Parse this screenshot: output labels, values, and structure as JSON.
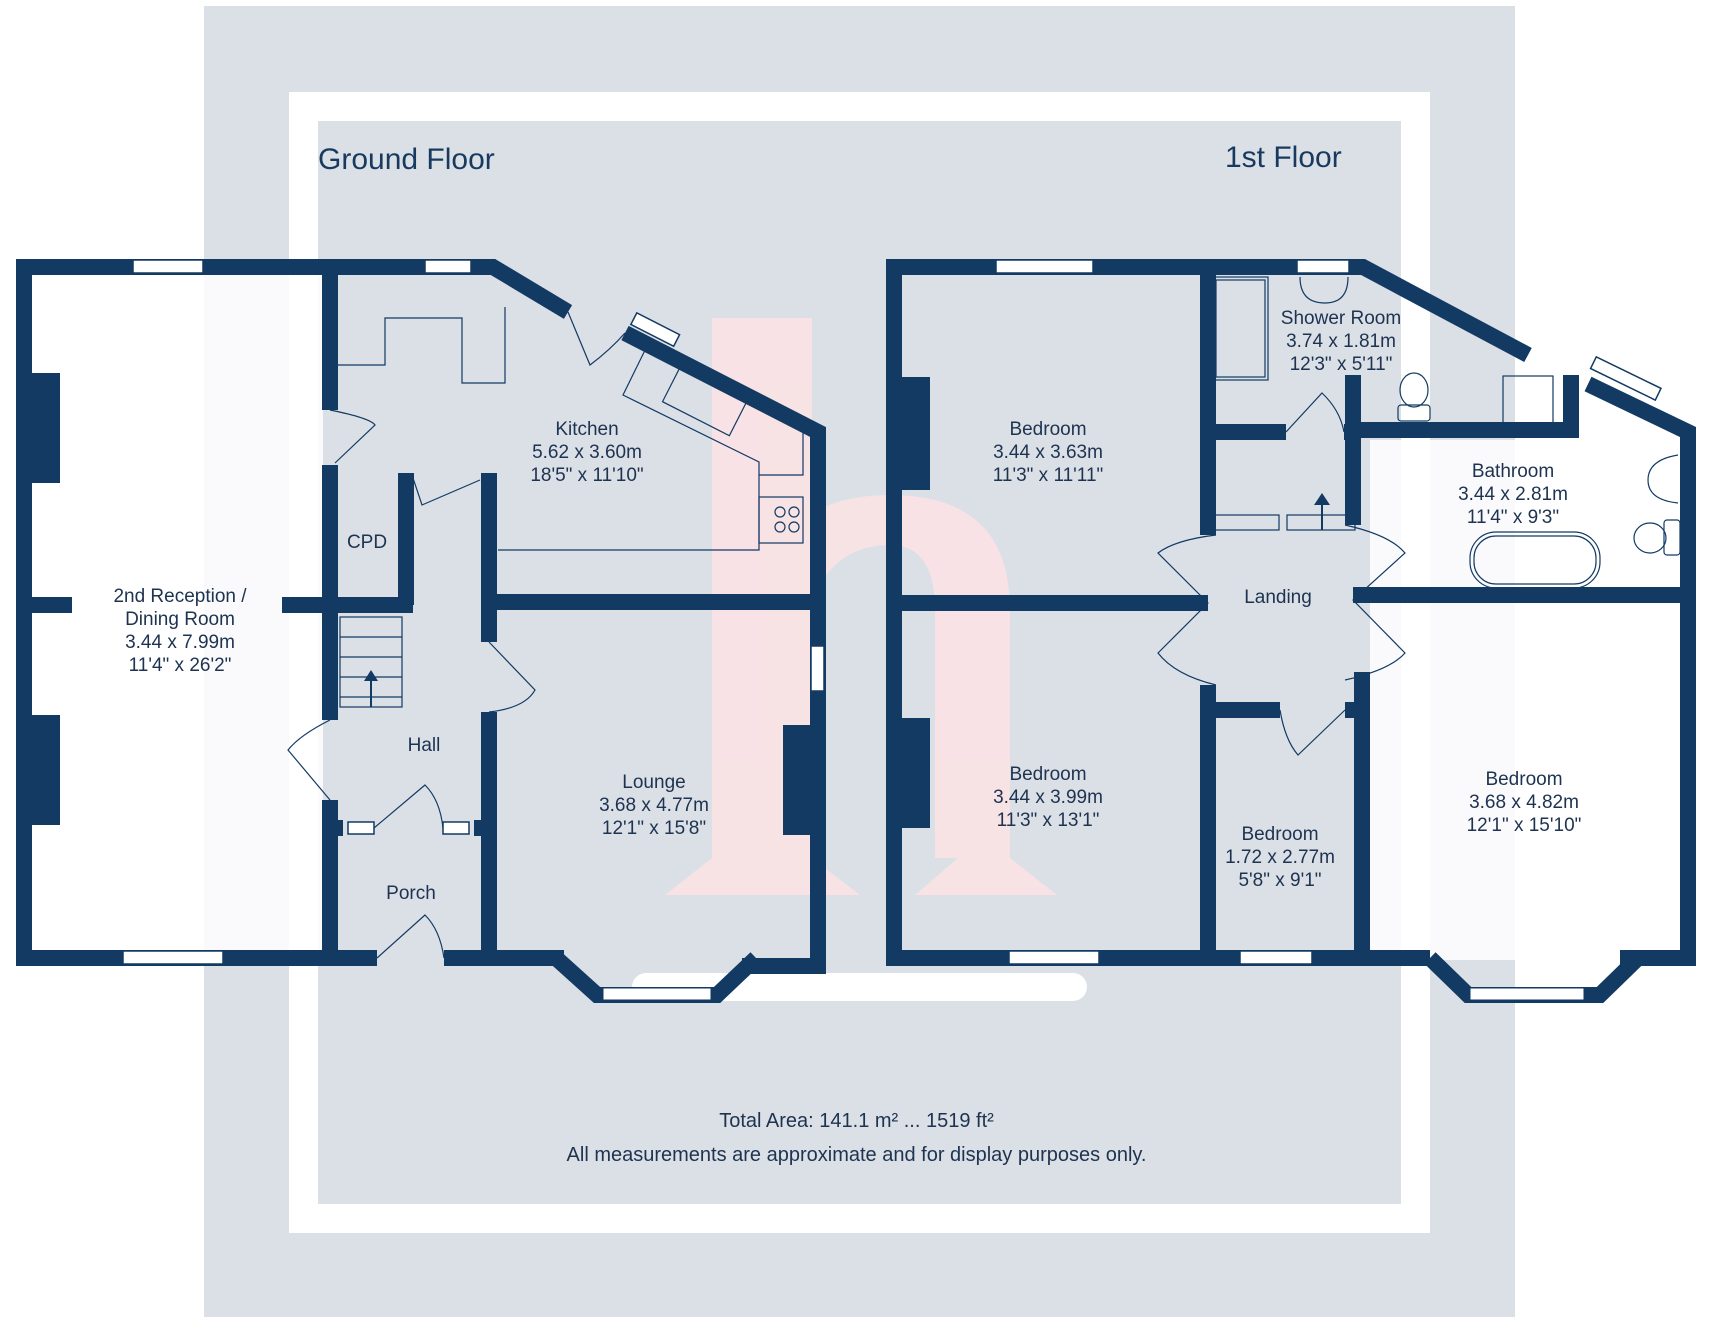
{
  "floors": [
    {
      "title": "Ground Floor",
      "rooms": [
        {
          "name": "Kitchen",
          "metric": "5.62 x 3.60m",
          "imperial": "18'5\" x 11'10\""
        },
        {
          "name": "CPD"
        },
        {
          "name": "2nd Reception / Dining Room",
          "line1": "2nd Reception /",
          "line2": "Dining Room",
          "metric": "3.44 x 7.99m",
          "imperial": "11'4\" x 26'2\""
        },
        {
          "name": "Hall"
        },
        {
          "name": "Lounge",
          "metric": "3.68 x 4.77m",
          "imperial": "12'1\" x 15'8\""
        },
        {
          "name": "Porch"
        }
      ]
    },
    {
      "title": "1st Floor",
      "rooms": [
        {
          "name": "Bedroom",
          "metric": "3.44 x 3.63m",
          "imperial": "11'3\" x 11'11\""
        },
        {
          "name": "Shower Room",
          "metric": "3.74 x 1.81m",
          "imperial": "12'3\" x 5'11\""
        },
        {
          "name": "Bathroom",
          "metric": "3.44 x 2.81m",
          "imperial": "11'4\" x 9'3\""
        },
        {
          "name": "Landing"
        },
        {
          "name": "Bedroom",
          "metric": "3.44 x 3.99m",
          "imperial": "11'3\" x 13'1\""
        },
        {
          "name": "Bedroom",
          "metric": "1.72 x 2.77m",
          "imperial": "5'8\" x 9'1\""
        },
        {
          "name": "Bedroom",
          "metric": "3.68 x 4.82m",
          "imperial": "12'1\" x 15'10\""
        }
      ]
    }
  ],
  "footer": {
    "total_area": "Total Area: 141.1 m² ... 1519 ft²",
    "disclaimer": "All measurements are approximate and for display purposes only."
  },
  "colors": {
    "wall": "#123a63",
    "background": "#dbdfe6",
    "watermark": "#fde3e4"
  }
}
